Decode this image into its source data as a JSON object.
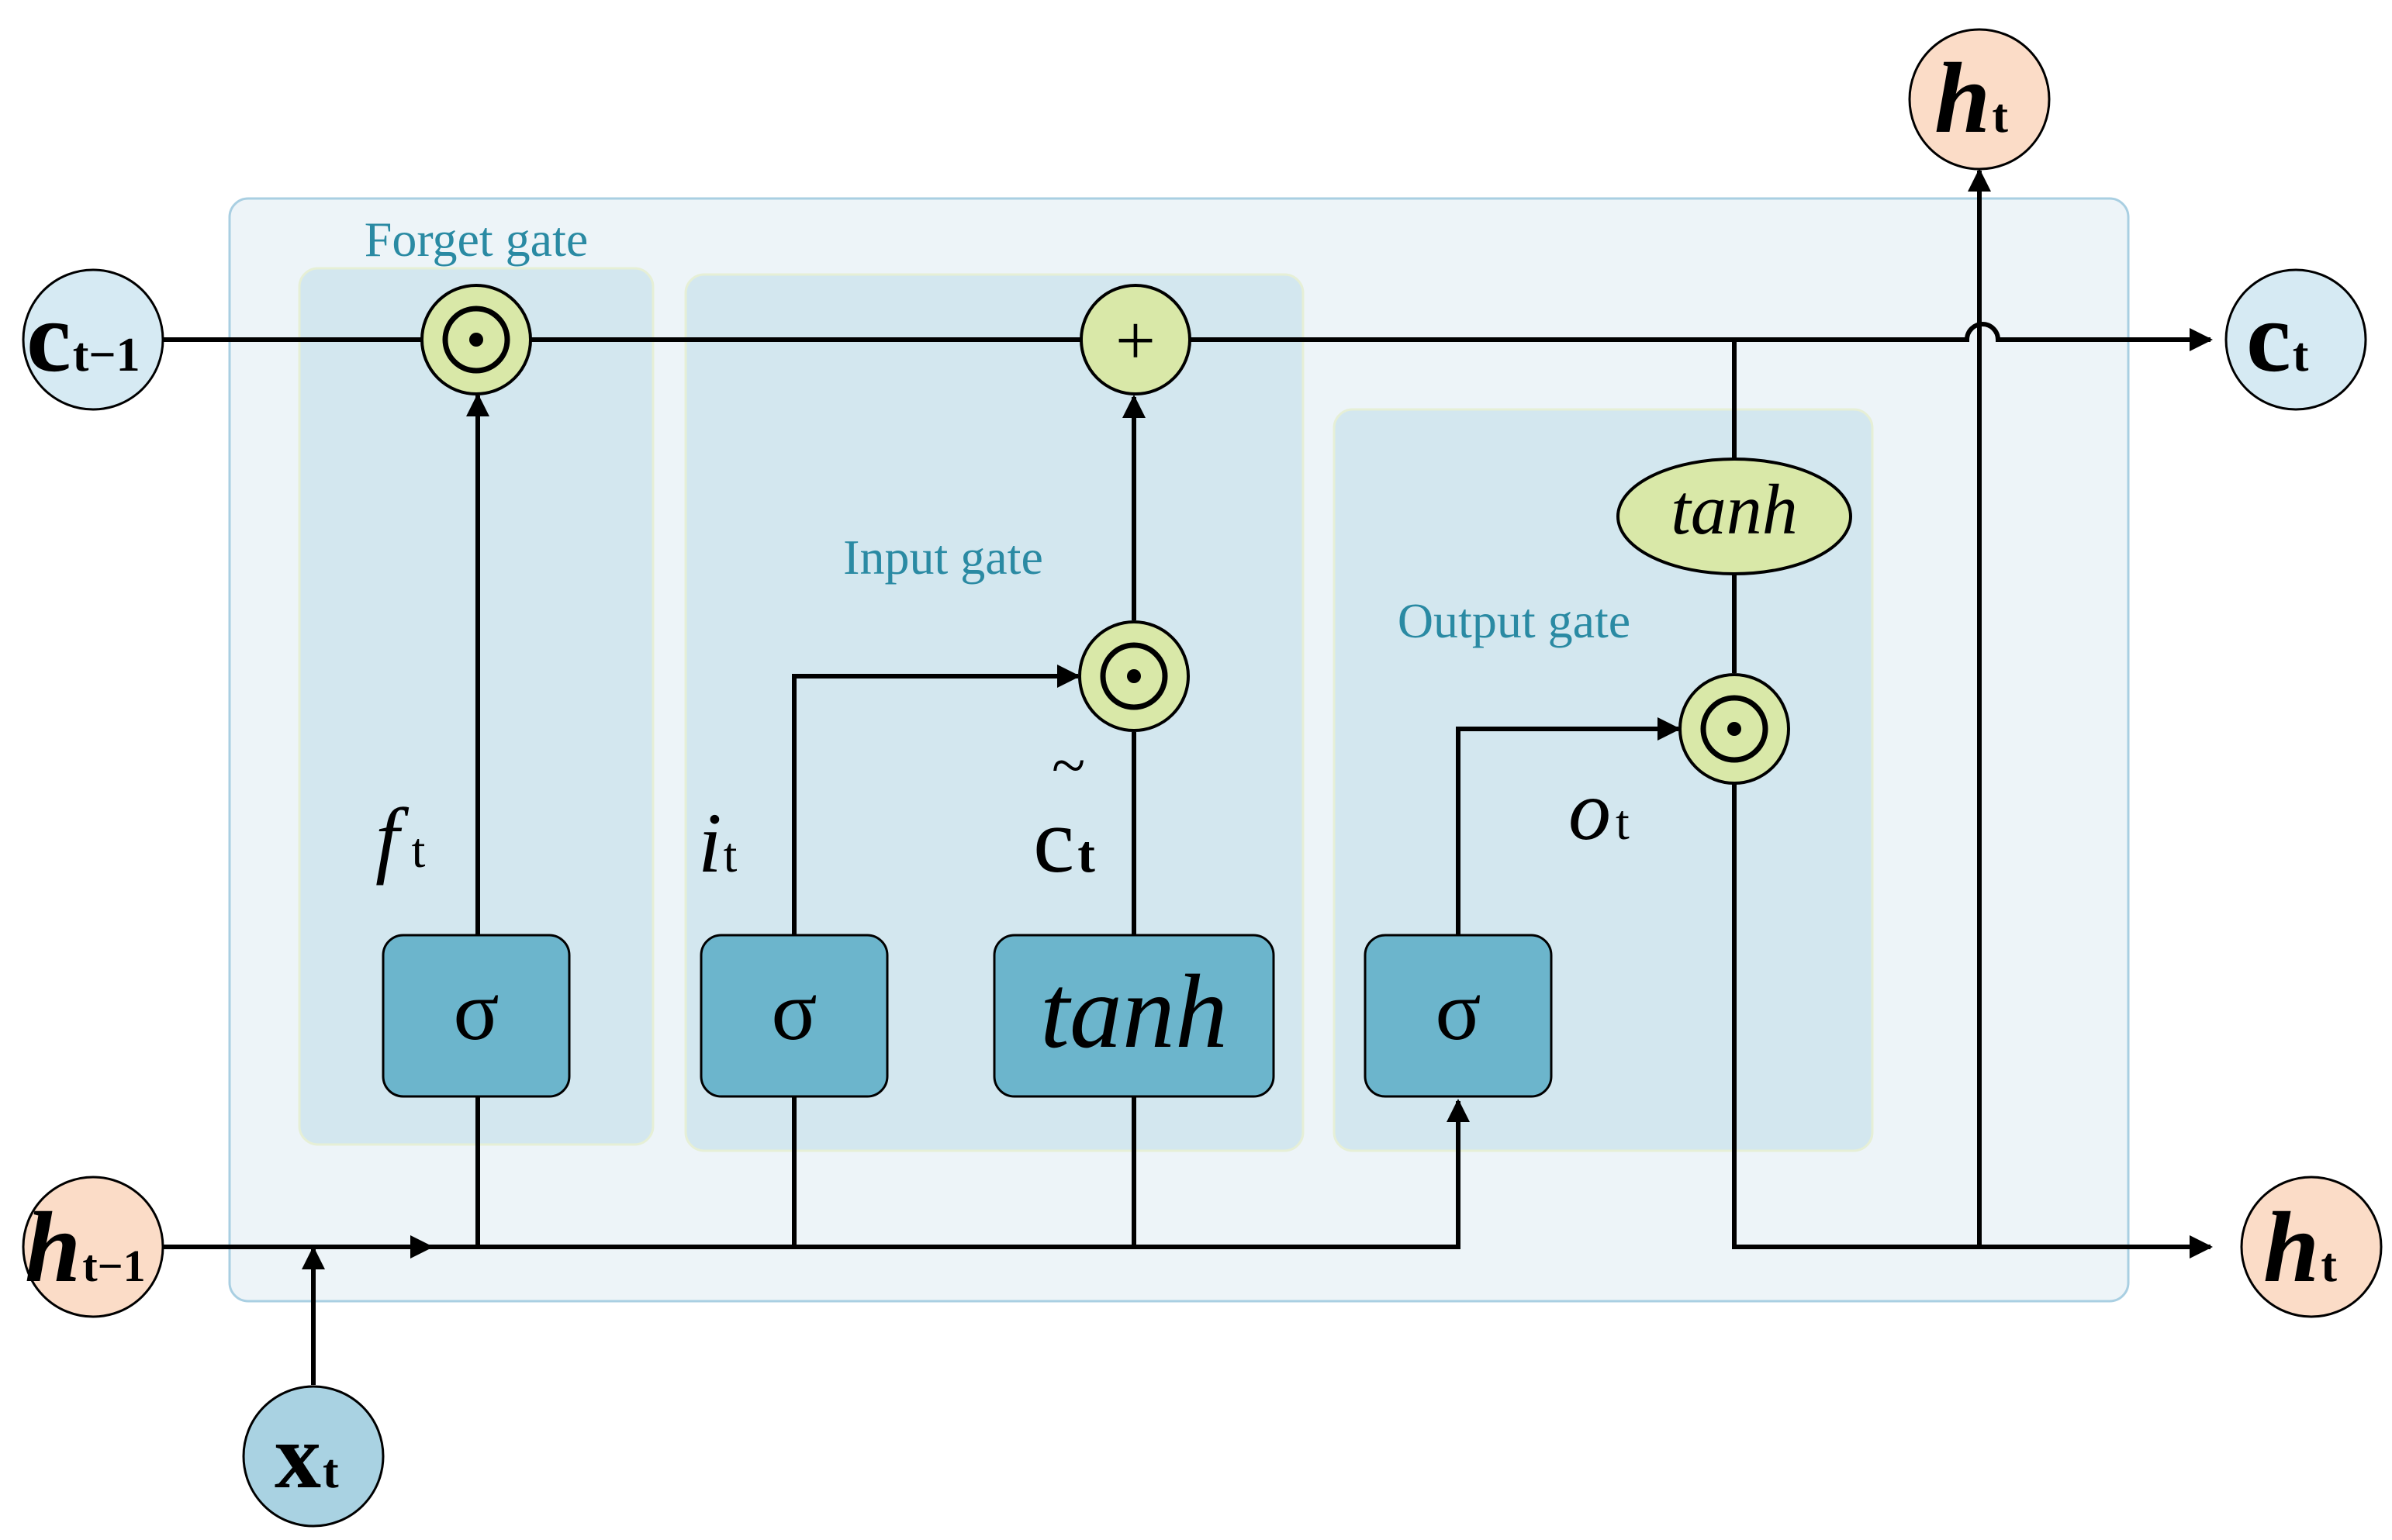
{
  "colors": {
    "cell_bg": "#edf4f8",
    "cell_border": "#a9cfe2",
    "gate_bg": "#d3e7ef",
    "gate_border": "#e6efd6",
    "label_teal": "#2a8aa3",
    "activation_box": "#6cb5cc",
    "op_circle": "#d9e8a8",
    "c_node": "#d6eaf3",
    "h_node": "#fbdcc7",
    "x_node": "#a9d2e2",
    "line": "#000000"
  },
  "gates": {
    "forget": "Forget gate",
    "input": "Input gate",
    "output": "Output gate"
  },
  "nodes": {
    "c_prev": {
      "main": "c",
      "sub": "t−1"
    },
    "c_next": {
      "main": "c",
      "sub": "t"
    },
    "h_prev": {
      "main": "h",
      "sub": "t−1"
    },
    "h_next": {
      "main": "h",
      "sub": "t"
    },
    "h_top": {
      "main": "h",
      "sub": "t"
    },
    "x_in": {
      "main": "x",
      "sub": "t"
    }
  },
  "ops": {
    "multiply": "⊙",
    "add": "+"
  },
  "activations": {
    "sigmoid": "σ",
    "tanh": "tanh"
  },
  "signals": {
    "f": {
      "main": "f",
      "sub": "t"
    },
    "i": {
      "main": "i",
      "sub": "t"
    },
    "c_tilde": {
      "main": "c",
      "tilde": "~",
      "sub": "t"
    },
    "o": {
      "main": "o",
      "sub": "t"
    }
  }
}
